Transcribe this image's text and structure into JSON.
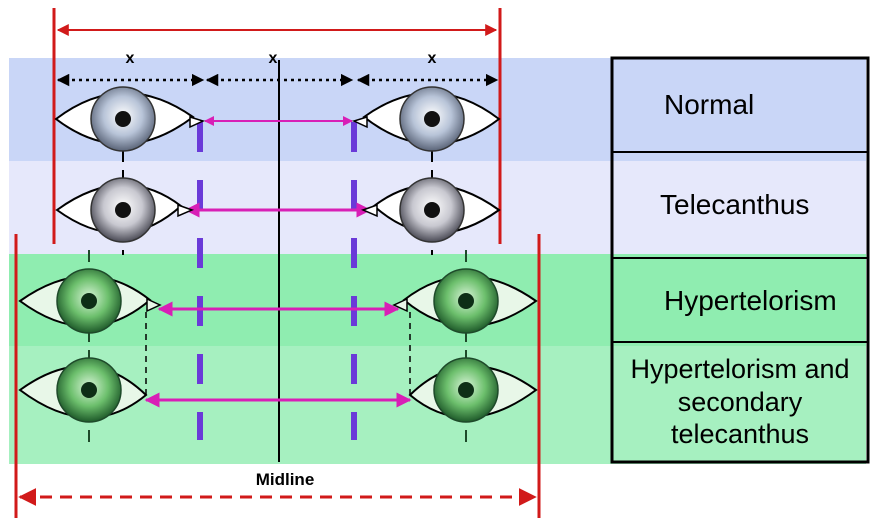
{
  "diagram": {
    "measure_labels": [
      "x",
      "x",
      "x"
    ],
    "midline_label": "Midline",
    "rows": [
      {
        "label": "Normal",
        "band_color": "#c9d6f7"
      },
      {
        "label": "Telecanthus",
        "band_color": "#e6e8fb"
      },
      {
        "label": "Hypertelorism",
        "band_color": "#8fedb0"
      },
      {
        "label": "Hypertelorism and secondary telecanthus",
        "band_color": "#a6f0c0"
      }
    ],
    "colors": {
      "outer_lines": "#d11a1a",
      "canthal_lines": "#6a3ad8",
      "arrows": "#d81fb6",
      "midline": "#000000"
    }
  }
}
